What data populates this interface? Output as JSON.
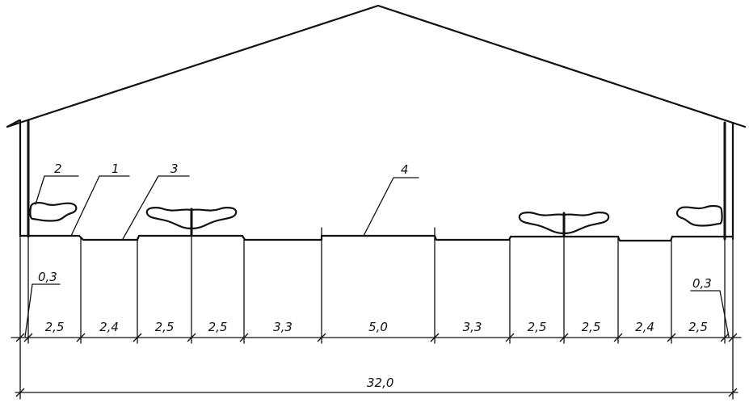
{
  "callouts": [
    {
      "id": "c2",
      "text": "2"
    },
    {
      "id": "c1",
      "text": "1"
    },
    {
      "id": "c3",
      "text": "3"
    },
    {
      "id": "c4",
      "text": "4"
    }
  ],
  "dimensions": {
    "wall_left": "0,3",
    "wall_right": "0,3",
    "spans": [
      "2,5",
      "2,4",
      "2,5",
      "2,5",
      "3,3",
      "5,0",
      "3,3",
      "2,5",
      "2,5",
      "2,4",
      "2,5"
    ],
    "total": "32,0"
  }
}
